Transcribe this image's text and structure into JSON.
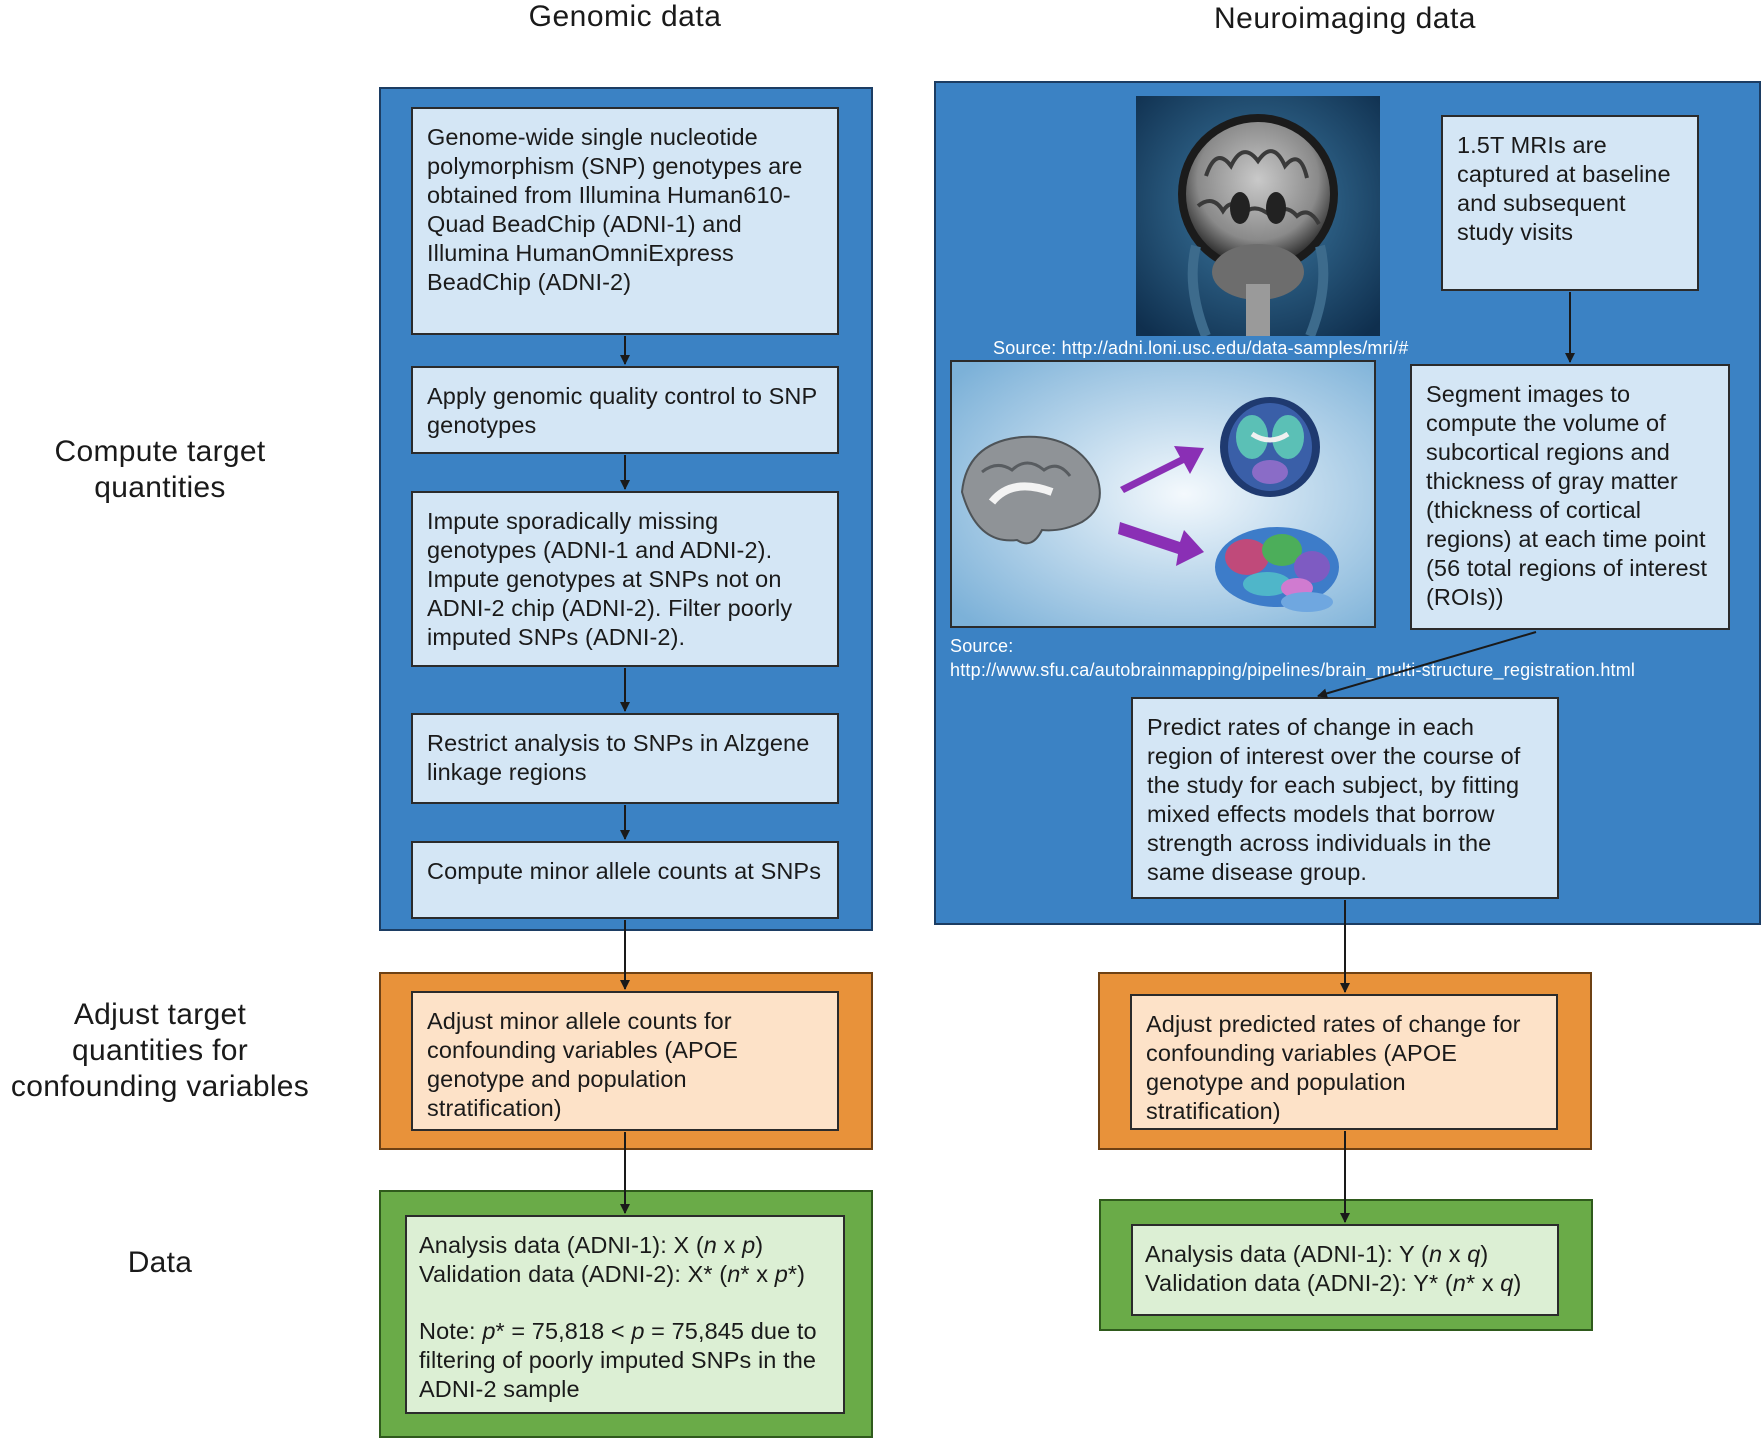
{
  "columns": {
    "genomic_title": "Genomic data",
    "neuro_title": "Neuroimaging data"
  },
  "row_labels": {
    "compute": [
      "Compute target",
      "quantities"
    ],
    "adjust": [
      "Adjust target",
      "quantities for",
      "confounding variables"
    ],
    "data": "Data"
  },
  "genomic": {
    "step1": "Genome-wide single nucleotide polymorphism (SNP) genotypes are obtained from Illumina Human610-Quad BeadChip (ADNI-1) and Illumina HumanOmniExpress BeadChip (ADNI-2)",
    "step2": "Apply genomic quality control to SNP genotypes",
    "step3": "Impute sporadically missing genotypes (ADNI-1 and ADNI-2). Impute genotypes at SNPs not on ADNI-2 chip (ADNI-2). Filter poorly imputed SNPs (ADNI-2).",
    "step4": "Restrict analysis to SNPs in Alzgene linkage regions",
    "step5": "Compute minor allele counts at SNPs",
    "adjust": "Adjust minor allele counts for confounding variables (APOE genotype and population stratification)",
    "data": {
      "analysis_prefix": "Analysis data (ADNI-1): X (",
      "analysis_n": "n",
      "analysis_x": " x ",
      "analysis_p": "p",
      "analysis_suffix": ")",
      "validation_prefix": "Validation data (ADNI-2): X* (",
      "validation_n": "n",
      "validation_star1": "*",
      "validation_x": " x ",
      "validation_p": "p",
      "validation_star2": "*",
      "validation_suffix": ")",
      "note_prefix": "Note: ",
      "note_p1": "p",
      "note_mid1": "* = 75,818 < ",
      "note_p2": "p",
      "note_rest": " = 75,845 due to filtering of poorly imputed SNPs in the ADNI-2 sample"
    }
  },
  "neuro": {
    "mri_text": "1.5T MRIs are captured at baseline and subsequent study visits",
    "source1": "Source: http://adni.loni.usc.edu/data-samples/mri/#",
    "segment": "Segment images to compute the volume of subcortical regions and thickness of gray matter (thickness of cortical regions) at each time point (56 total regions of interest (ROIs))",
    "source2_label": "Source:",
    "source2_url": "http://www.sfu.ca/autobrainmapping/pipelines/brain_multi-structure_registration.html",
    "predict": "Predict rates of change in each region of interest over the course of the study for each subject, by fitting mixed effects models that borrow strength across individuals in the same disease group.",
    "adjust": "Adjust predicted rates of change for confounding variables (APOE genotype and population stratification)",
    "data": {
      "analysis_prefix": "Analysis data (ADNI-1): Y (",
      "analysis_n": "n",
      "analysis_x": " x ",
      "analysis_q": "q",
      "analysis_suffix": ")",
      "validation_prefix": "Validation data (ADNI-2): Y* (",
      "validation_n": "n",
      "validation_star": "*",
      "validation_x": " x ",
      "validation_q": "q",
      "validation_suffix": ")"
    }
  },
  "colors": {
    "panel_blue": "#3b82c4",
    "panel_orange": "#e8923a",
    "panel_green": "#6aab48",
    "box_blue": "#d4e6f5",
    "box_orange": "#fde2c8",
    "box_green": "#dcefd4",
    "arrow_purple": "#8a2fb5"
  }
}
